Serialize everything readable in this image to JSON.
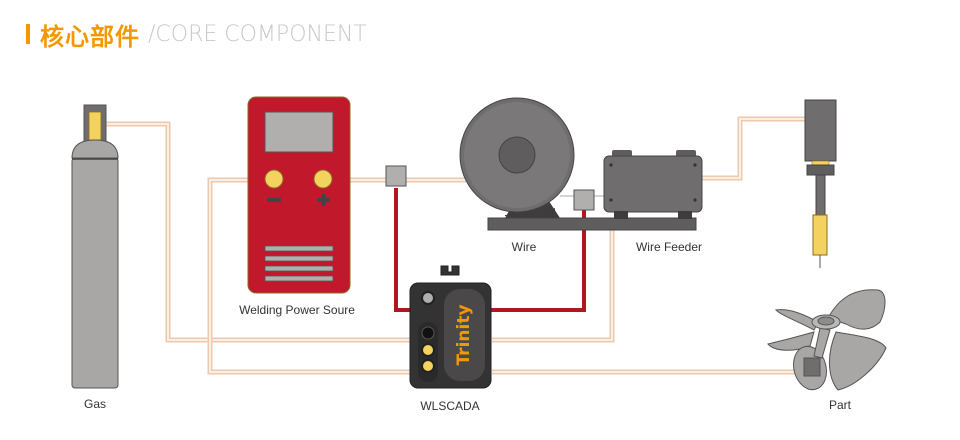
{
  "header": {
    "title_cn": "核心部件",
    "title_en": "/CORE COMPONENT"
  },
  "components": {
    "gas": {
      "label": "Gas"
    },
    "power_source": {
      "label": "Welding Power Soure",
      "minus_symbol": "−",
      "plus_symbol": "+"
    },
    "wire": {
      "label": "Wire"
    },
    "wire_feeder": {
      "label": "Wire Feeder"
    },
    "wlscada": {
      "label": "WLSCADA",
      "brand": "Trinity"
    },
    "part": {
      "label": "Part"
    }
  },
  "colors": {
    "accent": "#f39800",
    "subtitle": "#c8c8c8",
    "power_red": "#c1192b",
    "cable_red": "#b0171f",
    "hose": "#eccab0",
    "device_gray": "#6f6d6d",
    "cylinder_gray": "#a9a7a6",
    "terminal_yellow": "#f4d25e",
    "scada_dark": "#333333"
  }
}
